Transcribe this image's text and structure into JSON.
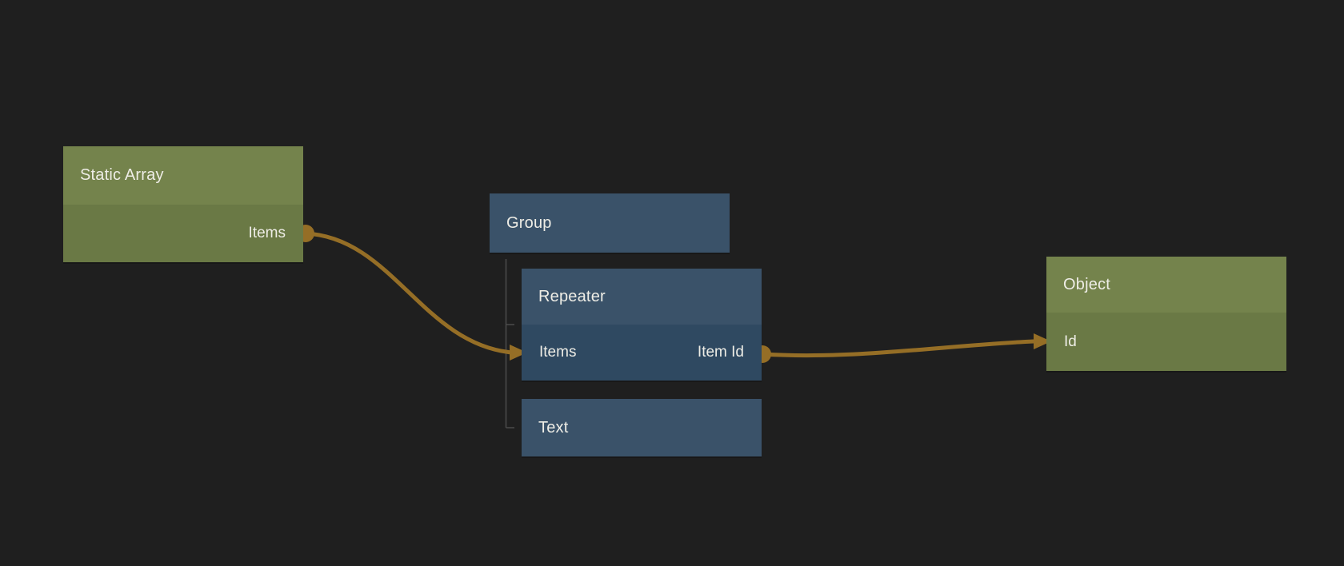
{
  "canvas": {
    "background": "#1f1f1f"
  },
  "colors": {
    "green_header": "#74834c",
    "green_body": "#6a7945",
    "blue_header": "#3a5269",
    "blue_body": "#2f4961",
    "wire": "#956e26",
    "tree_line": "#4b4b4b",
    "text": "#eeede6"
  },
  "nodes": {
    "static_array": {
      "title": "Static Array",
      "outputs": [
        {
          "label": "Items"
        }
      ]
    },
    "group": {
      "title": "Group",
      "children": [
        "Repeater",
        "Text"
      ]
    },
    "repeater": {
      "title": "Repeater",
      "inputs": [
        {
          "label": "Items"
        }
      ],
      "outputs": [
        {
          "label": "Item Id"
        }
      ]
    },
    "text": {
      "title": "Text"
    },
    "object": {
      "title": "Object",
      "inputs": [
        {
          "label": "Id"
        }
      ]
    }
  },
  "connections": [
    {
      "from": "Static Array.Items",
      "to": "Repeater.Items"
    },
    {
      "from": "Repeater.Item Id",
      "to": "Object.Id"
    }
  ]
}
